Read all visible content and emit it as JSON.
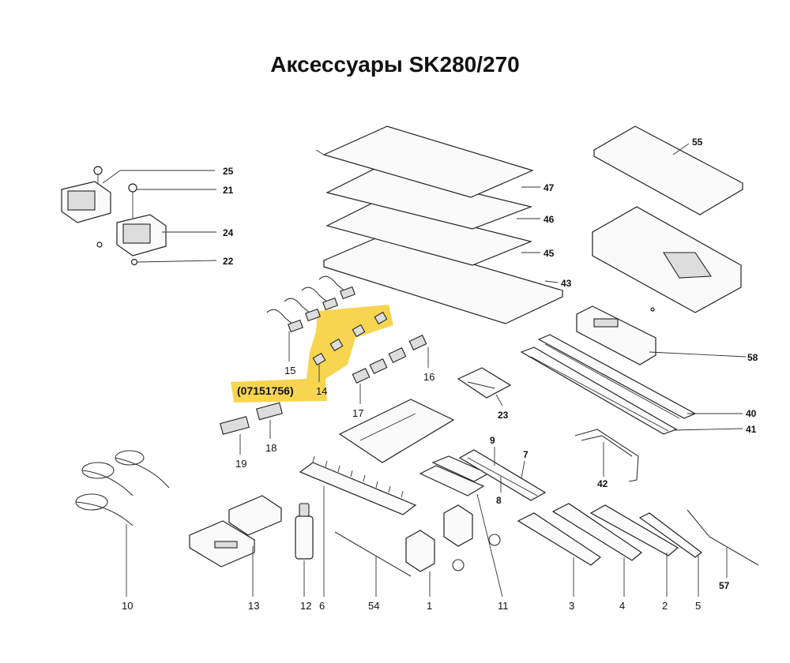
{
  "title": "Аксессуары SK280/270",
  "highlight": {
    "code": "(07151756)",
    "part": "14",
    "color": "#f7d348"
  },
  "parts": {
    "p1": "1",
    "p2": "2",
    "p3": "3",
    "p4": "4",
    "p5": "5",
    "p6": "6",
    "p7": "7",
    "p8": "8",
    "p9": "9",
    "p10": "10",
    "p11": "11",
    "p12": "12",
    "p13": "13",
    "p15": "15",
    "p16": "16",
    "p17": "17",
    "p18": "18",
    "p19": "19",
    "p21": "21",
    "p22": "22",
    "p23": "23",
    "p24": "24",
    "p25": "25",
    "p40": "40",
    "p41": "41",
    "p42": "42",
    "p43": "43",
    "p45": "45",
    "p46": "46",
    "p47": "47",
    "p54": "54",
    "p55": "55",
    "p57": "57",
    "p58": "58"
  }
}
